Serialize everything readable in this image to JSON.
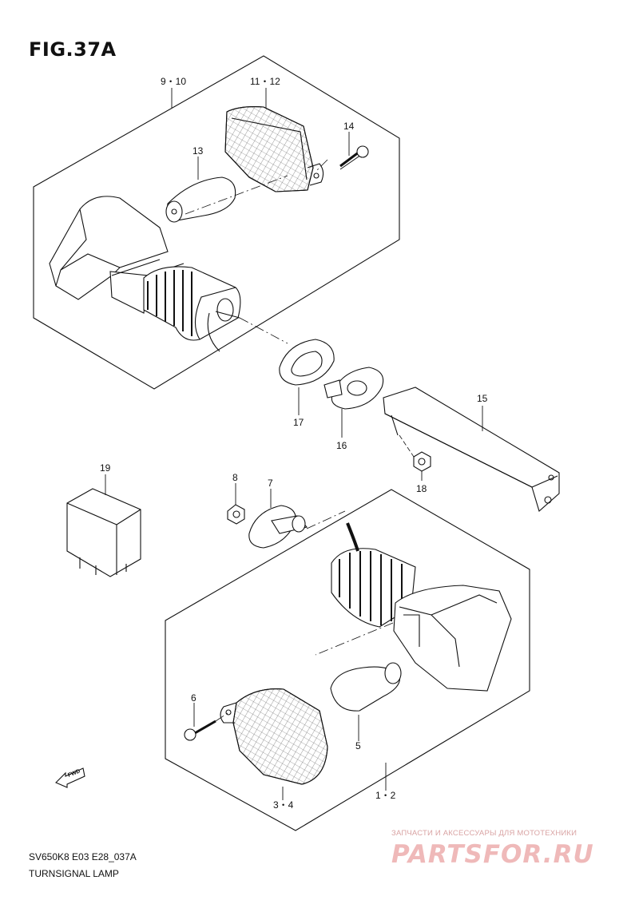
{
  "figure": {
    "title": "FIG.37A"
  },
  "callouts": [
    {
      "id": "9-10",
      "text": "9・10"
    },
    {
      "id": "11-12",
      "text": "11・12"
    },
    {
      "id": "14",
      "text": "14"
    },
    {
      "id": "13",
      "text": "13"
    },
    {
      "id": "15",
      "text": "15"
    },
    {
      "id": "17",
      "text": "17"
    },
    {
      "id": "16",
      "text": "16"
    },
    {
      "id": "18",
      "text": "18"
    },
    {
      "id": "19",
      "text": "19"
    },
    {
      "id": "8",
      "text": "8"
    },
    {
      "id": "7",
      "text": "7"
    },
    {
      "id": "6",
      "text": "6"
    },
    {
      "id": "5",
      "text": "5"
    },
    {
      "id": "3-4",
      "text": "3・4"
    },
    {
      "id": "1-2",
      "text": "1・2"
    }
  ],
  "fwd_label": "FWD",
  "footer": {
    "model_code": "SV650K8 E03 E28_037A",
    "name": "TURNSIGNAL LAMP"
  },
  "watermark": {
    "tagline": "ЗАПЧАСТИ И АКСЕССУАРЫ ДЛЯ МОТОТЕХНИКИ",
    "logo": "PARTSFOR.RU",
    "color": "#efb9b9"
  }
}
